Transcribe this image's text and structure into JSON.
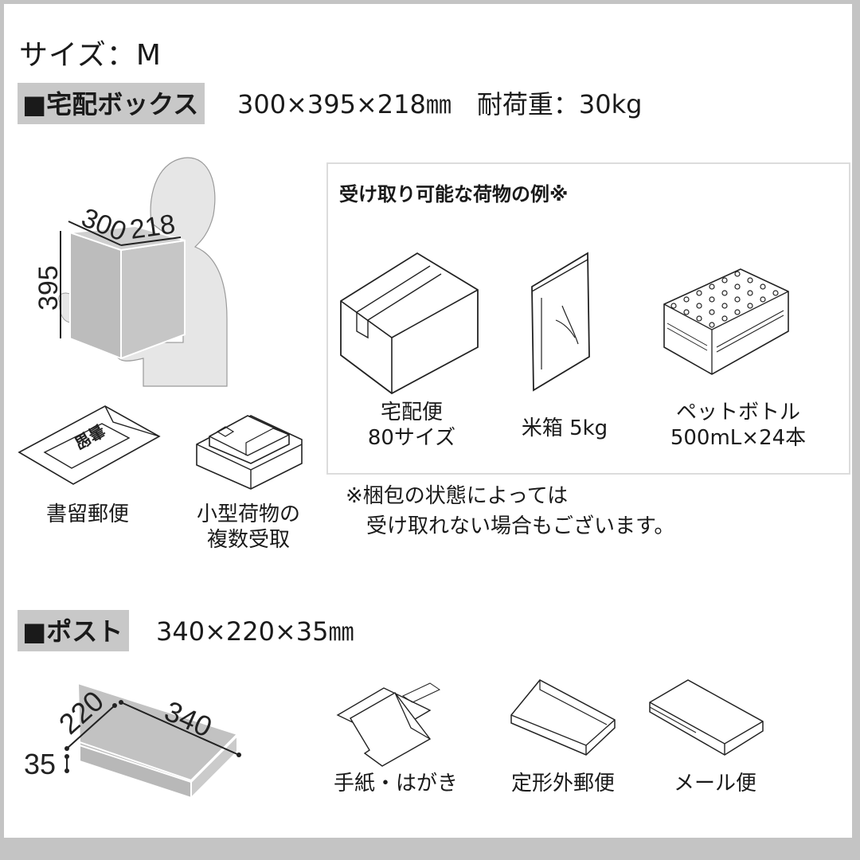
{
  "size_title": "サイズ：M",
  "delivery_box": {
    "label": "■宅配ボックス",
    "spec": "300×395×218㎜　耐荷重：30kg",
    "dims": {
      "width": "300",
      "depth": "218",
      "height": "395"
    },
    "items": [
      {
        "icon": "registered-mail-icon",
        "caption_lines": [
          "書留郵便"
        ]
      },
      {
        "icon": "stacked-parcels-icon",
        "caption_lines": [
          "小型荷物の",
          "複数受取"
        ]
      }
    ]
  },
  "examples": {
    "title": "受け取り可能な荷物の例※",
    "items": [
      {
        "icon": "cardboard-box-icon",
        "caption_lines": [
          "宅配便",
          "80サイズ"
        ]
      },
      {
        "icon": "rice-bag-icon",
        "caption_lines": [
          "米箱 5kg"
        ]
      },
      {
        "icon": "pet-bottles-icon",
        "caption_lines": [
          "ペットボトル",
          "500mL×24本"
        ]
      }
    ]
  },
  "note_lines": [
    "※梱包の状態によっては",
    "　受け取れない場合もございます。"
  ],
  "post": {
    "label": "■ポスト",
    "spec": "340×220×35㎜",
    "dims": {
      "width": "340",
      "depth": "220",
      "height": "35"
    },
    "items": [
      {
        "icon": "letter-postcard-icon",
        "caption": "手紙・はがき"
      },
      {
        "icon": "non-standard-mail-icon",
        "caption": "定形外郵便"
      },
      {
        "icon": "mail-service-icon",
        "caption": "メール便"
      }
    ]
  },
  "colors": {
    "frame": "#c4c4c4",
    "label_bg": "#c8c8c8",
    "illustration_gray": "#bdbdbd",
    "person_gray": "#e6e6e6"
  }
}
